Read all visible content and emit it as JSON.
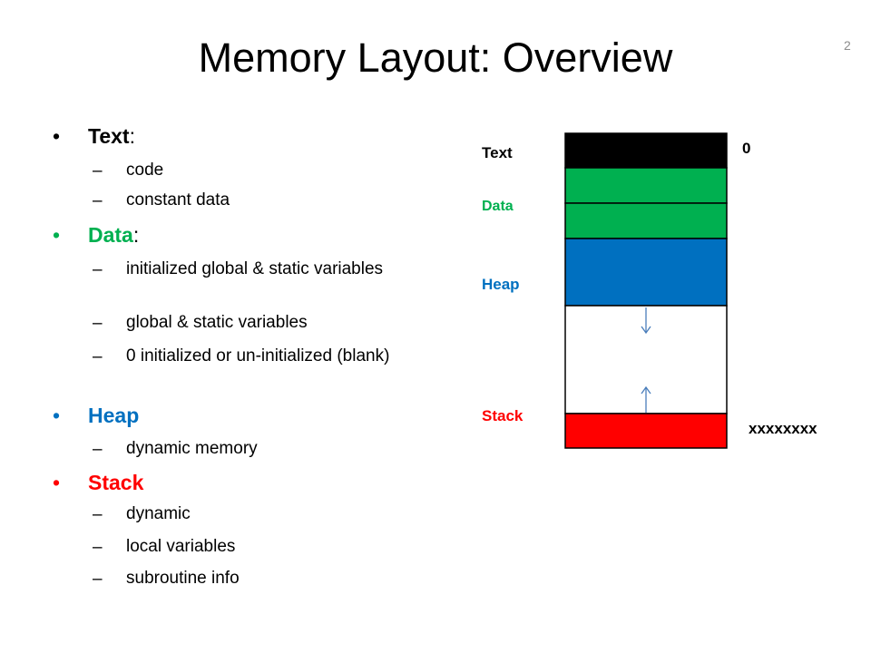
{
  "page": {
    "title": "Memory Layout: Overview",
    "page_number": "2"
  },
  "bullets": [
    {
      "label": "Text",
      "colon": ":",
      "color": "#000000",
      "subitems": [
        "code",
        "constant data"
      ]
    },
    {
      "label": "Data",
      "colon": ":",
      "color": "#00b050",
      "subitems": [
        "initialized global & static variables",
        "global & static variables",
        "0 initialized or un-initialized (blank)"
      ]
    },
    {
      "label": "Heap",
      "colon": "",
      "color": "#0070c0",
      "subitems": [
        "dynamic memory"
      ]
    },
    {
      "label": "Stack",
      "colon": "",
      "color": "#ff0000",
      "subitems": [
        "dynamic",
        "local variables",
        "subroutine info"
      ]
    }
  ],
  "diagram": {
    "segments": [
      {
        "label": "Text",
        "color": "#000000",
        "label_color": "#000000"
      },
      {
        "label": "Data",
        "color": "#00b050",
        "label_color": "#00b050"
      },
      {
        "label": "Heap",
        "color": "#0070c0",
        "label_color": "#0070c0"
      },
      {
        "label": "Stack",
        "color": "#ff0000",
        "label_color": "#ff0000"
      }
    ],
    "free_area_color": "#ffffff",
    "arrow_color": "#4a7ebb",
    "start_address": "0",
    "end_address": "xxxxxxxx"
  }
}
